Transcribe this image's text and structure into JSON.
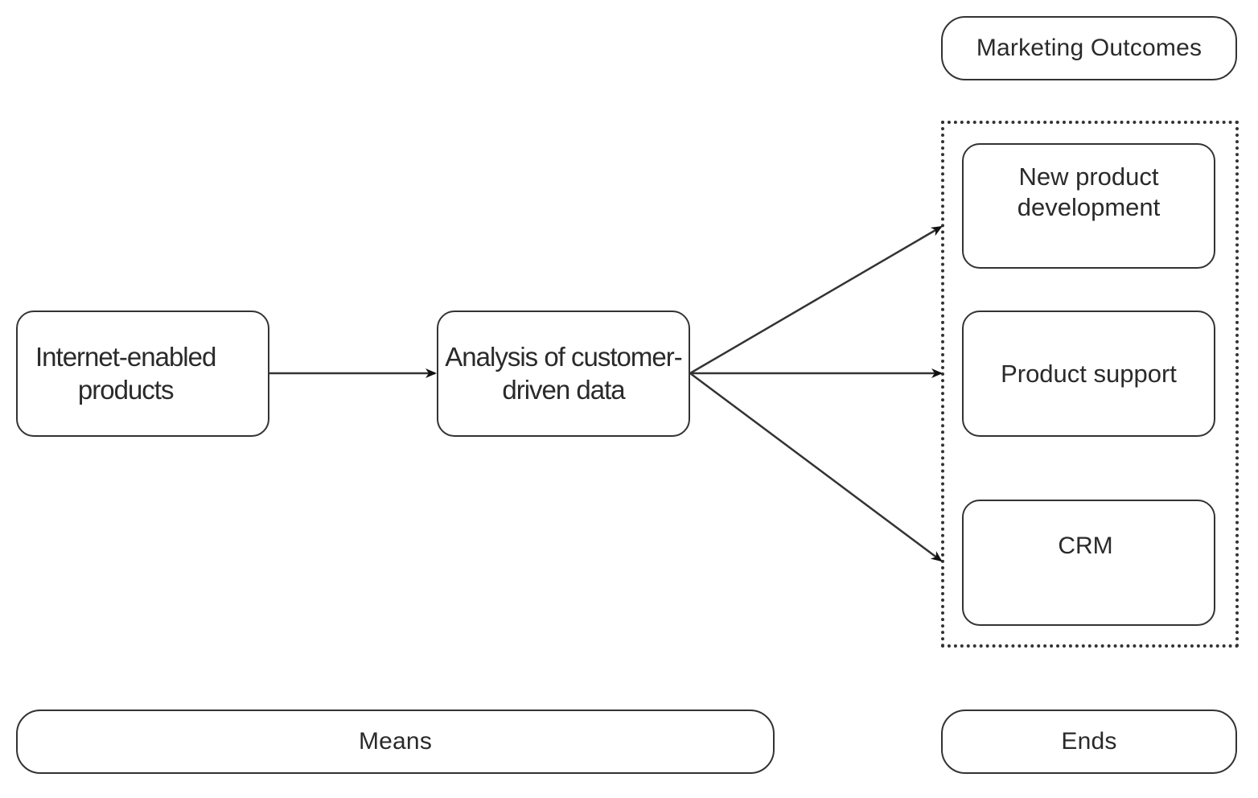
{
  "header": {
    "outcomes_label": "Marketing Outcomes"
  },
  "nodes": {
    "internet_products": "Internet-enabled\nproducts",
    "analysis": "Analysis of customer-\ndriven data",
    "new_product": "New product\ndevelopment",
    "product_support": "Product support",
    "crm": "CRM"
  },
  "footer": {
    "means_label": "Means",
    "ends_label": "Ends"
  },
  "colors": {
    "line": "#333333",
    "background": "#ffffff",
    "text": "#2a2a2a"
  }
}
